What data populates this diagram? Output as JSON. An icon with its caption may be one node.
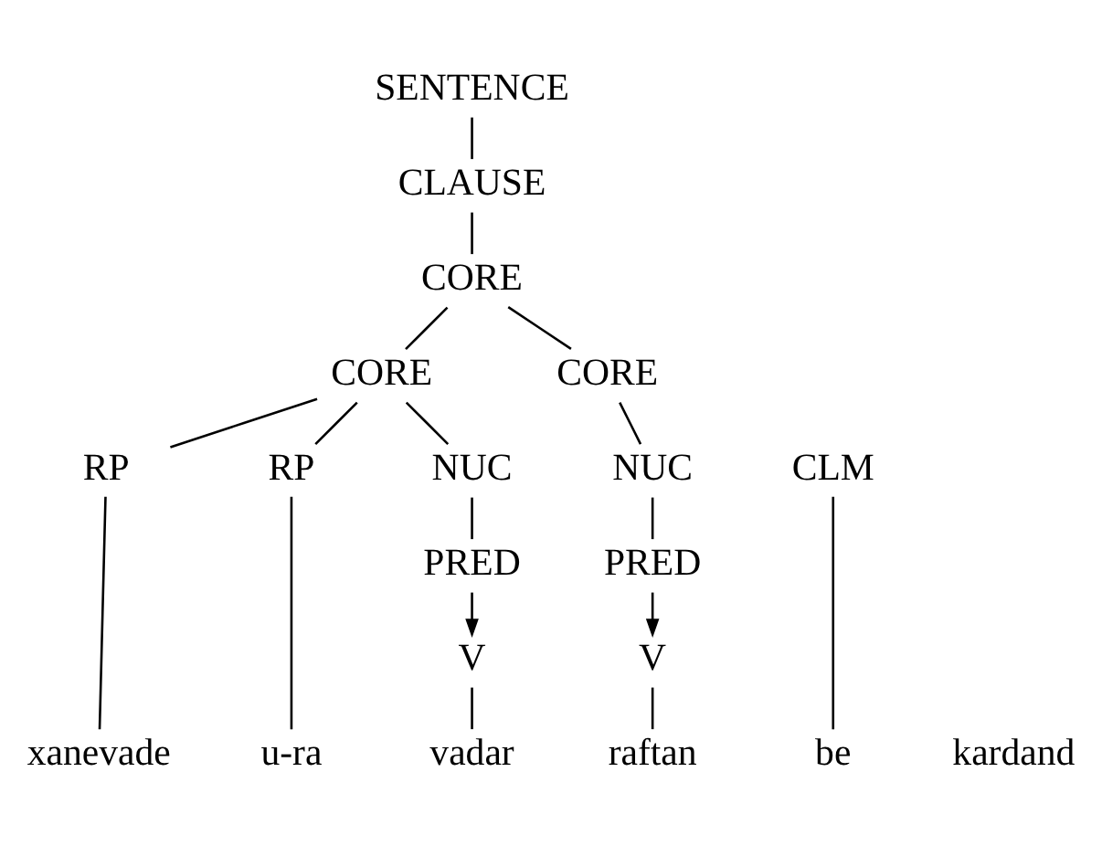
{
  "diagram": {
    "nodes": [
      {
        "text": [
          "SENTENCE"
        ]
      },
      {
        "text": [
          "CLAUSE"
        ]
      },
      {
        "text": [
          "CORE"
        ]
      },
      {
        "text": [
          "CORE"
        ]
      },
      {
        "text": [
          "CORE"
        ]
      },
      {
        "text": [
          "RP"
        ]
      },
      {
        "text": [
          "RP"
        ]
      },
      {
        "text": [
          "NUC"
        ]
      },
      {
        "text": [
          "CLM"
        ]
      },
      {
        "text": [
          "NUC"
        ]
      },
      {
        "text": [
          "PRED"
        ]
      },
      {
        "text": [
          "PRED"
        ]
      },
      {
        "text": [
          "V"
        ]
      },
      {
        "text": [
          "V"
        ]
      },
      {
        "text": [
          "xanevade"
        ]
      },
      {
        "text": [
          "u-ra"
        ]
      },
      {
        "text": [
          "vadar"
        ]
      },
      {
        "text": [
          "be"
        ]
      },
      {
        "text": [
          "raftan"
        ]
      },
      {
        "text": [
          "kardand"
        ]
      }
    ],
    "edges": [
      {
        "from": 0,
        "to": 1,
        "arrow": "none"
      },
      {
        "from": 1,
        "to": 2,
        "arrow": "none"
      },
      {
        "from": 2,
        "to": 3,
        "arrow": "none"
      },
      {
        "from": 2,
        "to": 4,
        "arrow": "none"
      },
      {
        "from": 3,
        "to": 5,
        "arrow": "none"
      },
      {
        "from": 3,
        "to": 6,
        "arrow": "none"
      },
      {
        "from": 3,
        "to": 7,
        "arrow": "none"
      },
      {
        "from": 4,
        "to": 9,
        "arrow": "none"
      },
      {
        "from": 7,
        "to": 10,
        "arrow": "none"
      },
      {
        "from": 9,
        "to": 11,
        "arrow": "none"
      },
      {
        "from": 10,
        "to": 12,
        "arrow": "to"
      },
      {
        "from": 11,
        "to": 13,
        "arrow": "to"
      },
      {
        "from": 5,
        "to": 14,
        "arrow": "none"
      },
      {
        "from": 6,
        "to": 15,
        "arrow": "none"
      },
      {
        "from": 12,
        "to": 16,
        "arrow": "none"
      },
      {
        "from": 8,
        "to": 17,
        "arrow": "none"
      },
      {
        "from": 13,
        "to": 18,
        "arrow": "none"
      }
    ]
  }
}
